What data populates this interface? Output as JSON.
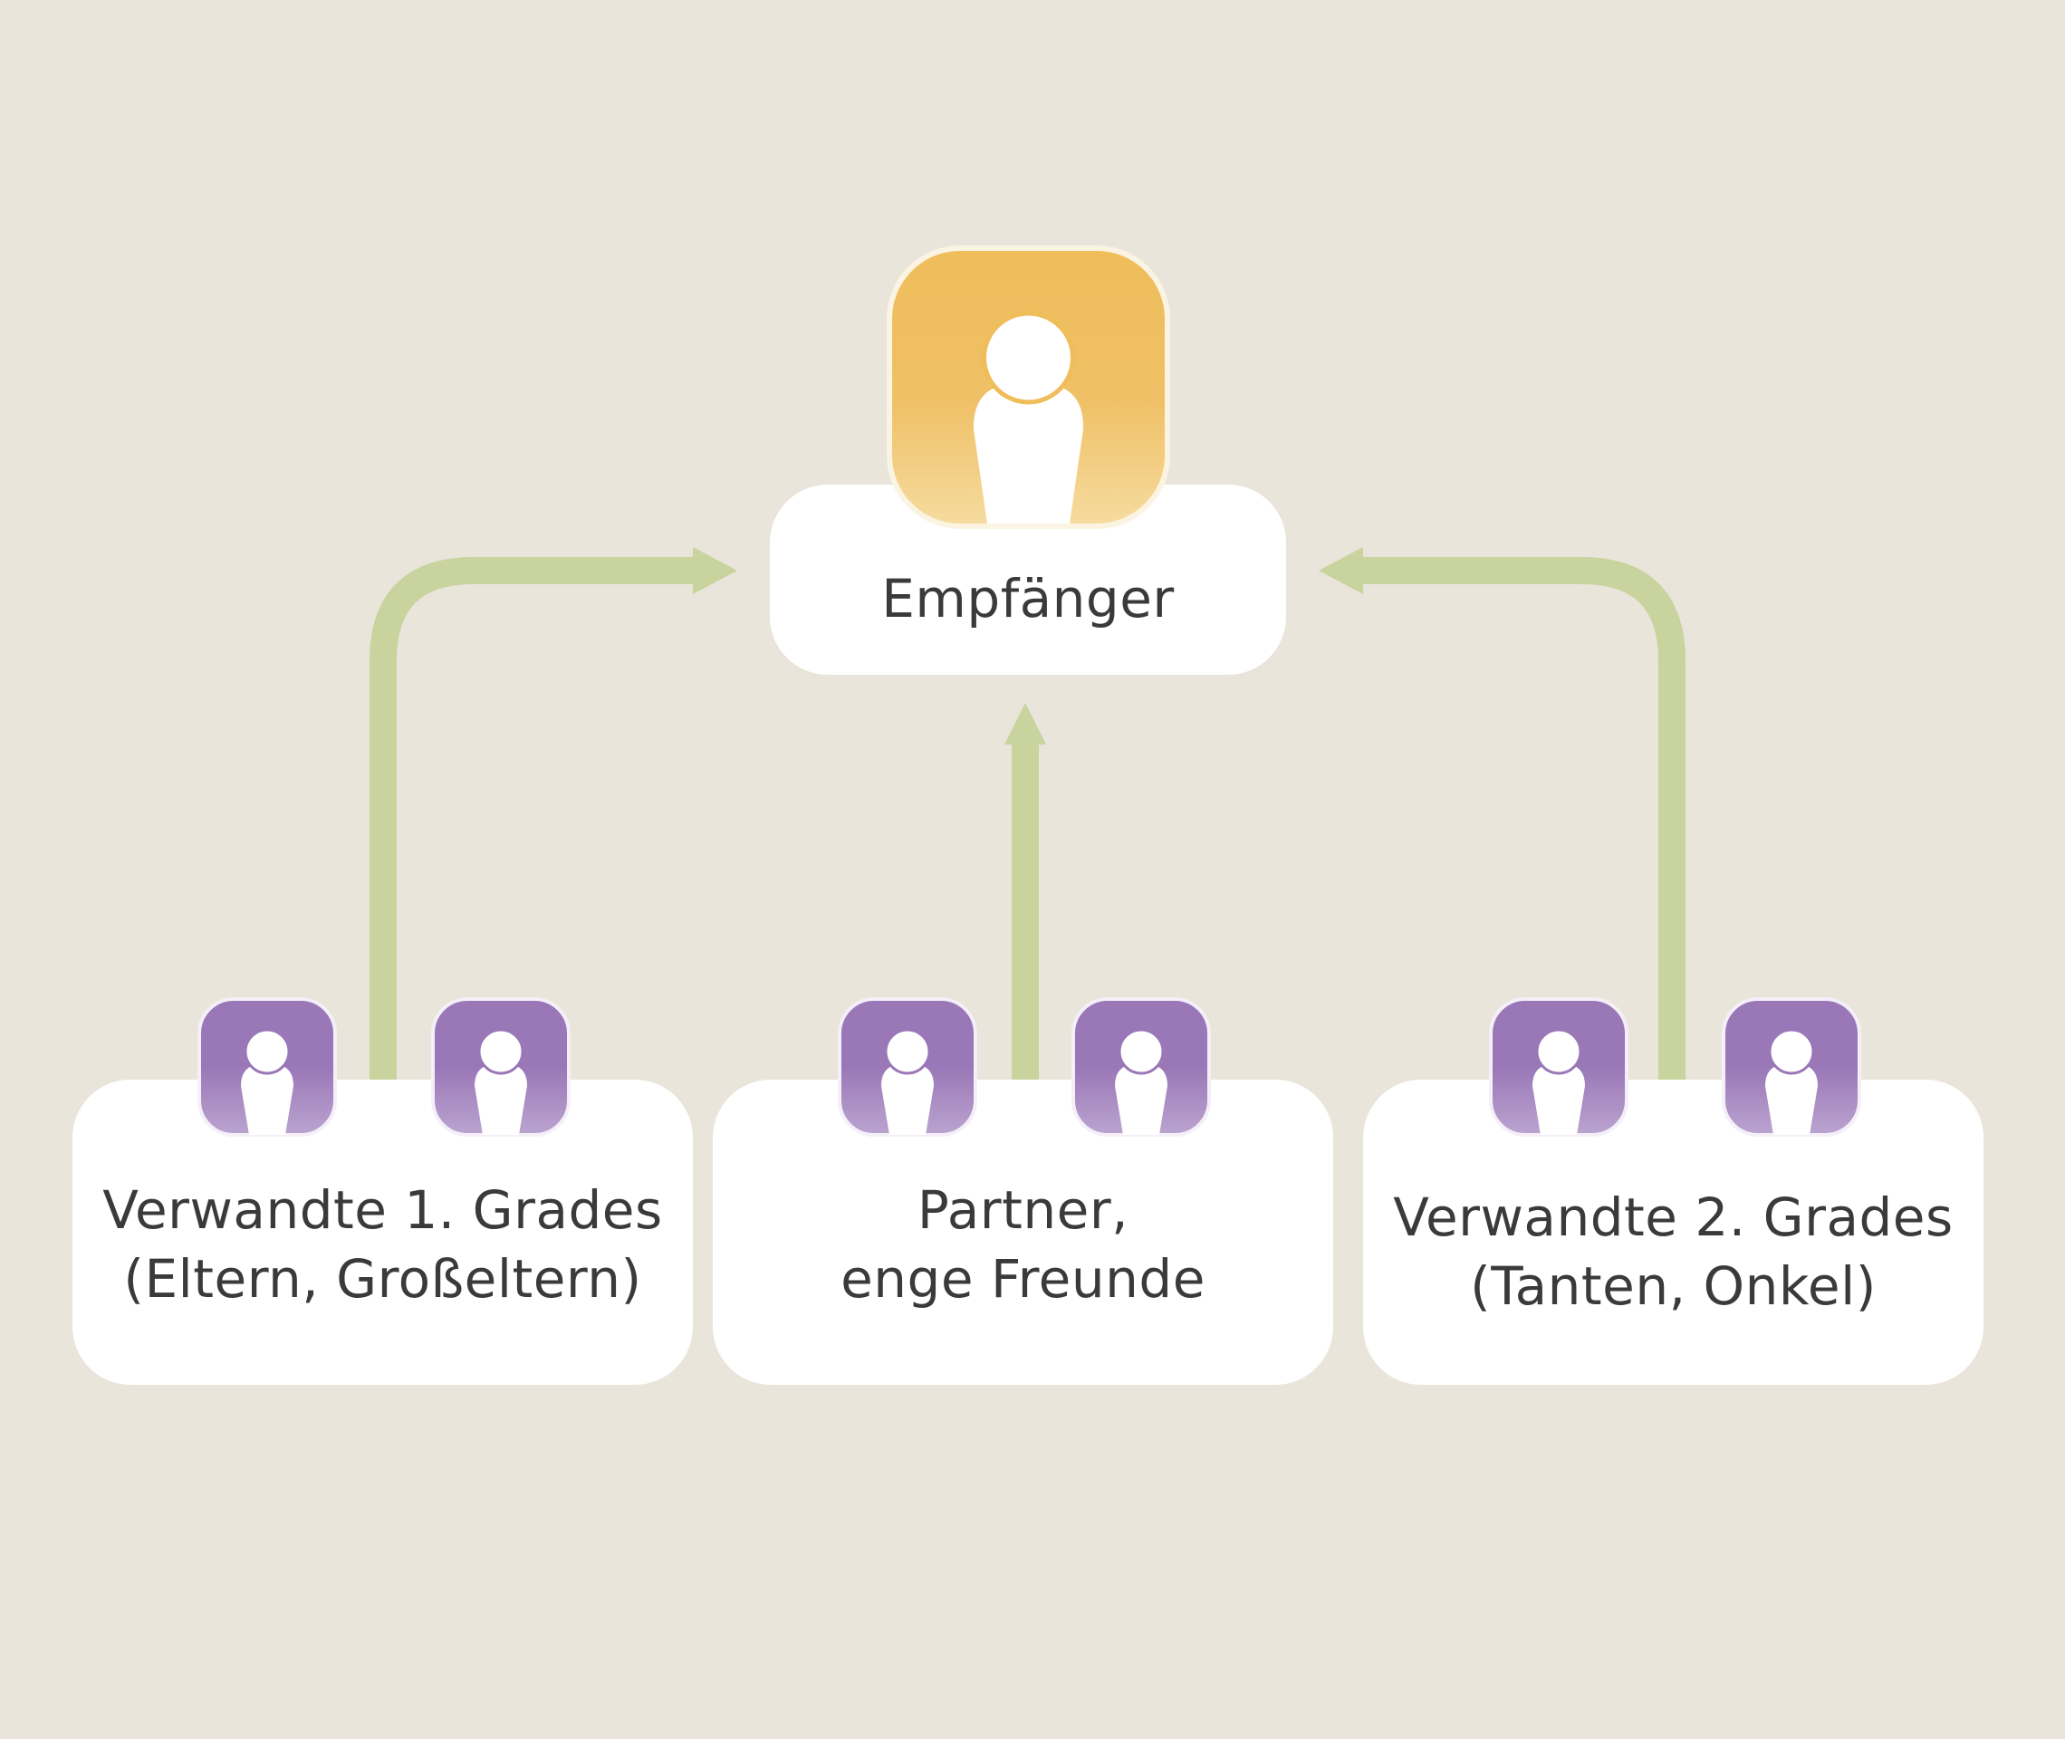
{
  "diagram": {
    "recipient": {
      "label": "Empfänger",
      "icon": "person-icon",
      "color": "#f0be5c"
    },
    "donor_groups": [
      {
        "line1": "Verwandte 1. Grades",
        "line2": "(Eltern, Großeltern)",
        "icon": "person-icon"
      },
      {
        "line1": "Partner,",
        "line2": "enge Freunde",
        "icon": "person-icon"
      },
      {
        "line1": "Verwandte 2. Grades",
        "line2": "(Tanten, Onkel)",
        "icon": "person-icon"
      }
    ],
    "colors": {
      "background": "#e9e5da",
      "card": "#ffffff",
      "arrow": "#c9d39e",
      "donor_icon": "#9b77b8",
      "recipient_icon": "#f0be5c"
    }
  }
}
